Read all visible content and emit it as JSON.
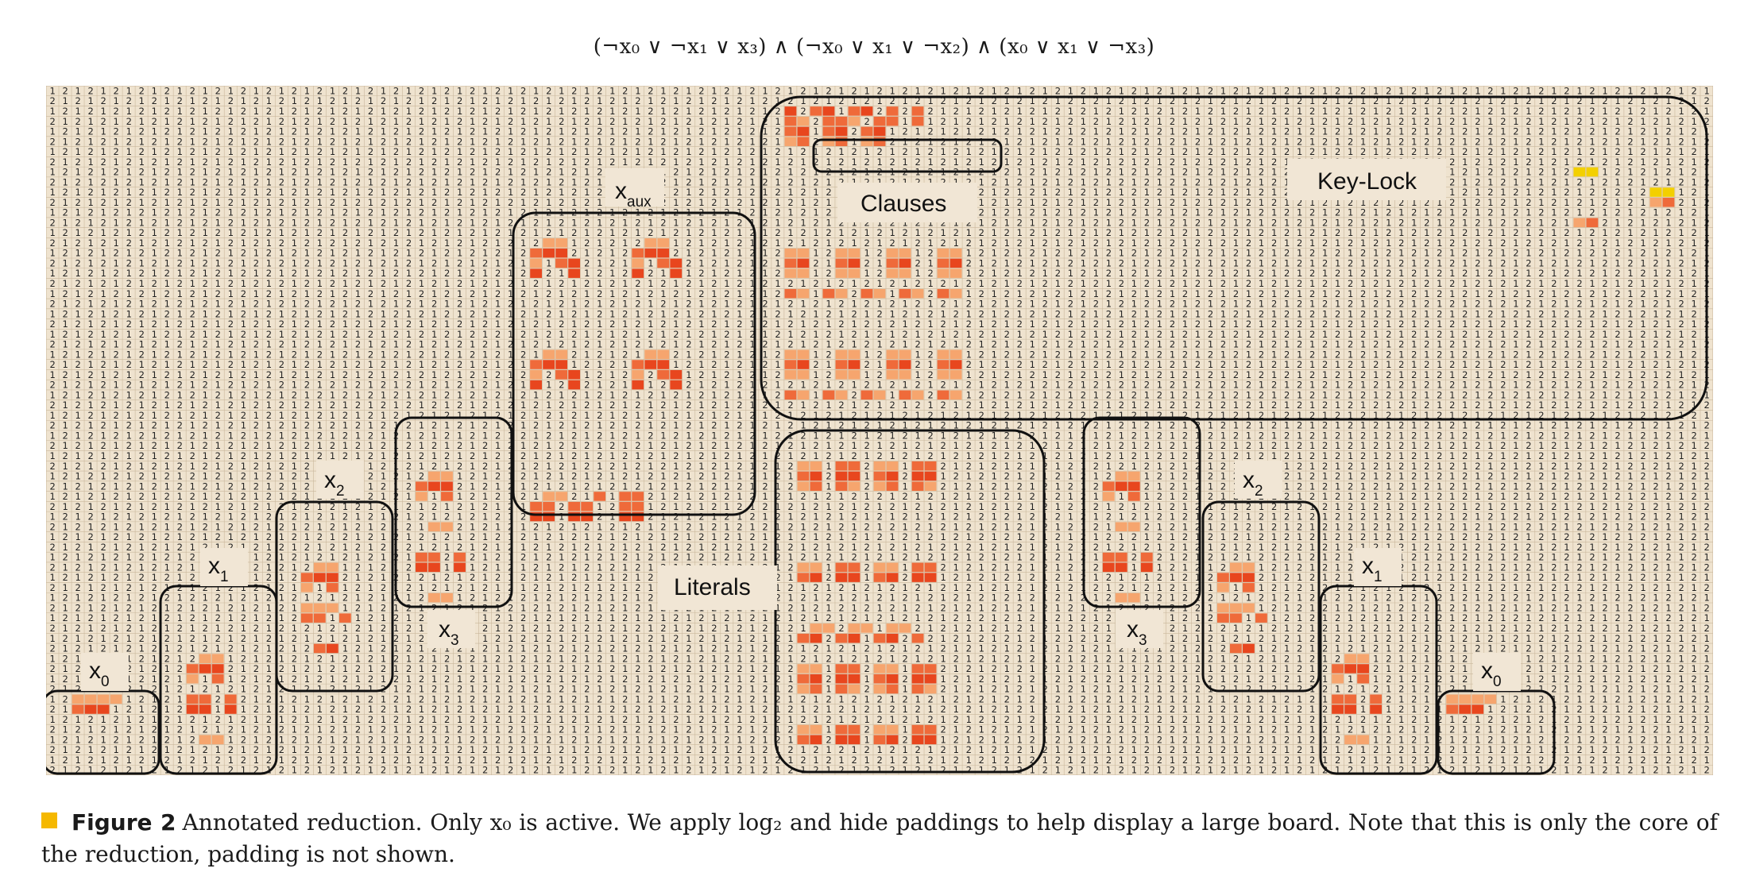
{
  "figure": {
    "formula": "(¬x₀ ∨ ¬x₁ ∨ x₃) ∧ (¬x₀ ∨ x₁ ∨ ¬x₂) ∧ (x₀ ∨ x₁ ∨ ¬x₃)",
    "caption_label": "Figure 2",
    "caption_text": "Annotated reduction. Only x₀ is active. We apply log₂ and hide paddings to help display a large board. Note that this is only the core of the reduction, padding is not shown.",
    "background_pattern": "1 2 1 2 / 2 1 2 1 checkerboard",
    "colors": {
      "cell_bg": "#efe3cf",
      "grid_line": "#c9b79c",
      "light_orange": "#f6a56e",
      "mid_orange": "#ef6a3a",
      "dark_orange": "#e8461e",
      "yellow": "#f3d000"
    },
    "regions": {
      "x_aux": {
        "main": "x",
        "sub": "aux"
      },
      "clauses": "Clauses",
      "key_lock": "Key-Lock",
      "literals": "Literals",
      "x2_left": {
        "main": "x",
        "sub": "2"
      },
      "x1_left": {
        "main": "x",
        "sub": "1"
      },
      "x0_left": {
        "main": "x",
        "sub": "0"
      },
      "x3_left": {
        "main": "x",
        "sub": "3"
      },
      "x2_right": {
        "main": "x",
        "sub": "2"
      },
      "x1_right": {
        "main": "x",
        "sub": "1"
      },
      "x0_right": {
        "main": "x",
        "sub": "0"
      },
      "x3_right": {
        "main": "x",
        "sub": "3"
      }
    }
  }
}
